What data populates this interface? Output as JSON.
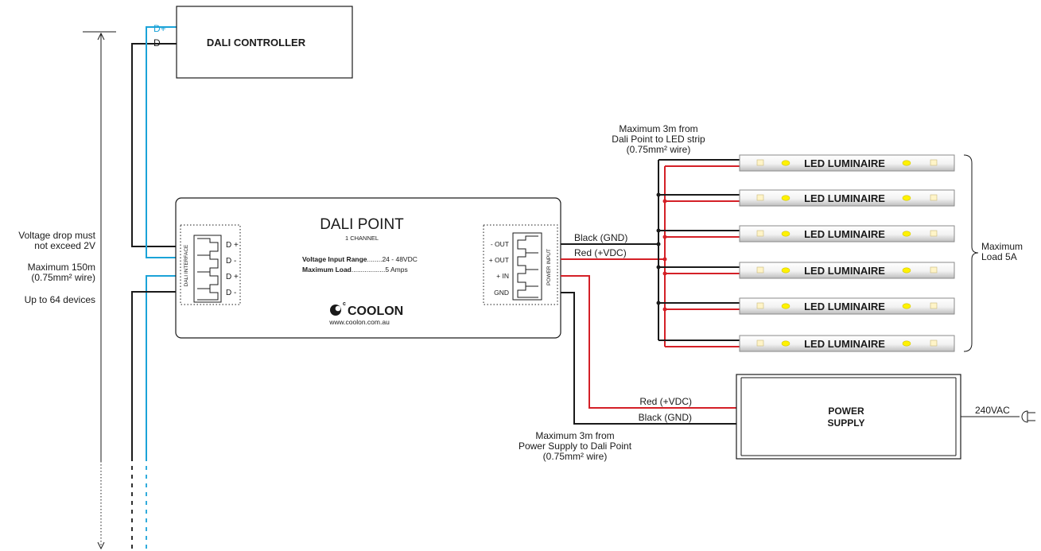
{
  "controller": {
    "title": "DALI CONTROLLER",
    "d_plus": "D+",
    "d_minus": "D-"
  },
  "bus": {
    "note_line1": "Voltage drop must",
    "note_line2": "not exceed 2V",
    "max_line1": "Maximum 150m",
    "max_line2": "(0.75mm² wire)",
    "devices": "Up to 64 devices"
  },
  "dali_point": {
    "title": "DALI POINT",
    "subtitle": "1 CHANNEL",
    "spec_rows": [
      {
        "label": "Voltage Input Range",
        "dots": "........",
        "value": "24 - 48VDC"
      },
      {
        "label": "Maximum Load",
        "dots": "..................",
        "value": "5 Amps"
      }
    ],
    "interface_label": "DALI INTERFACE",
    "interface_pins": [
      "D +",
      "D -",
      "D +",
      "D -"
    ],
    "power_label": "POWER INPUT",
    "power_pins": [
      "- OUT",
      "+ OUT",
      "+ IN",
      "GND"
    ],
    "brand": "COOLON",
    "brand_sup": "c",
    "url": "www.coolon.com.au"
  },
  "led": {
    "note_line1": "Maximum 3m from",
    "note_line2": "Dali Point to LED strip",
    "note_line3": "(0.75mm² wire)",
    "luminaires": [
      "LED LUMINAIRE",
      "LED LUMINAIRE",
      "LED LUMINAIRE",
      "LED LUMINAIRE",
      "LED LUMINAIRE",
      "LED LUMINAIRE"
    ],
    "wire_black": "Black (GND)",
    "wire_red": "Red (+VDC)",
    "load_line1": "Maximum",
    "load_line2": "Load 5A"
  },
  "power_supply": {
    "line1": "POWER",
    "line2": "SUPPLY",
    "wire_red": "Red (+VDC)",
    "wire_black": "Black (GND)",
    "ac": "240VAC",
    "note_line1": "Maximum 3m from",
    "note_line2": "Power Supply to Dali Point",
    "note_line3": "(0.75mm² wire)"
  },
  "colors": {
    "black_wire": "#1a1a1a",
    "red_wire": "#d42027",
    "blue_wire": "#1ba3d8"
  }
}
